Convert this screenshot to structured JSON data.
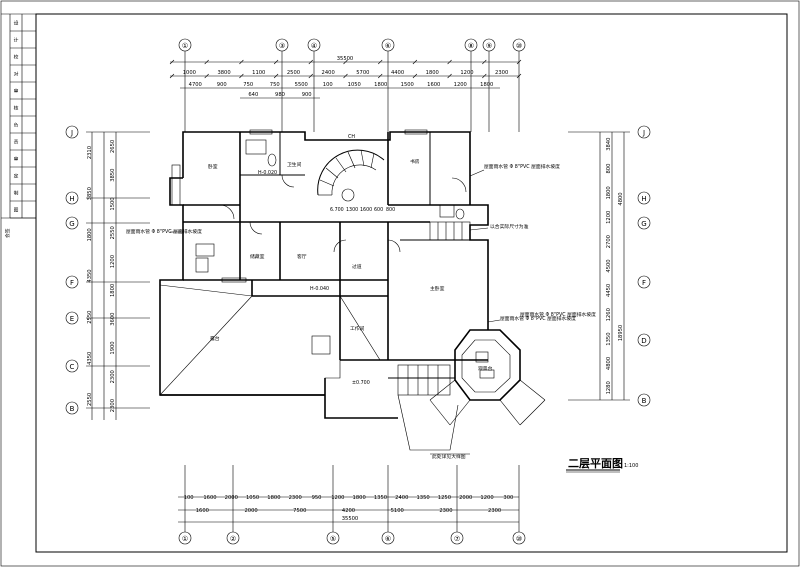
{
  "drawing": {
    "title": "二层平面图",
    "scale": "1:100",
    "sidebar_note": "会签",
    "title_block_labels": [
      "设",
      "计",
      "校",
      "对",
      "审",
      "核",
      "负",
      "责",
      "审",
      "定",
      "制",
      "图"
    ]
  },
  "axes": {
    "top": [
      "①",
      "③",
      "④",
      "⑥",
      "⑧",
      "⑨",
      "⑩"
    ],
    "bottom": [
      "①",
      "②",
      "⑤",
      "⑥",
      "⑦",
      "⑩"
    ],
    "left": [
      "J",
      "H",
      "G",
      "F",
      "E",
      "C",
      "B"
    ],
    "right": [
      "J",
      "H",
      "G",
      "F",
      "D",
      "B"
    ]
  },
  "dims": {
    "top_total": "35500",
    "top_row1": [
      "1000",
      "3800",
      "1100",
      "2500",
      "2400",
      "5700",
      "4400",
      "1800",
      "1200",
      "2300"
    ],
    "top_row2": [
      "4700",
      "900",
      "750",
      "750",
      "5500",
      "100",
      "1050",
      "1800",
      "1500",
      "1600",
      "1200",
      "1800"
    ],
    "top_row3": [
      "640",
      "980",
      "900"
    ],
    "bottom_row1": [
      "100",
      "1600",
      "2000",
      "1050",
      "1800",
      "2300",
      "950",
      "1200",
      "1800",
      "1350",
      "2400",
      "1350",
      "1250",
      "2000",
      "1200",
      "300"
    ],
    "bottom_row2": [
      "1600",
      "2000",
      "7500",
      "4200",
      "5100",
      "2300",
      "2300"
    ],
    "bottom_total": "35500",
    "left_col1": [
      "2310",
      "3850",
      "1800",
      "4350",
      "2550",
      "4350",
      "2550"
    ],
    "left_col2": [
      "2650",
      "3850",
      "1500",
      "2550",
      "1200",
      "1800",
      "3600",
      "1900",
      "2300",
      "2300"
    ],
    "right_col1": [
      "3840",
      "800",
      "1800",
      "1200",
      "2700",
      "4500",
      "4450",
      "1260",
      "1350",
      "4800",
      "1280"
    ],
    "right_col2": [
      "4800",
      "18950"
    ]
  },
  "plan_labels": {
    "stair_label": "CH",
    "room_labels": [
      "卧室",
      "卫生间",
      "书房",
      "客厅",
      "过道",
      "主卧室",
      "工作间",
      "储藏室",
      "露台",
      "观景台"
    ],
    "elevations": [
      "H-0.020",
      "±0.700",
      "H-0.040",
      "6.700",
      "1300",
      "1600",
      "600",
      "800"
    ],
    "notes": [
      "屋面雨水管 Φ 8\"PVC 屋面排水坡度",
      "屋面雨水管 Φ 8\"PVC 屋面排水坡度",
      "屋面雨水管 Φ 8\"PVC 屋面排水坡度",
      "屋面雨水管 Φ 8\"PVC 屋面排水坡度",
      "以合实际尺寸为准",
      "此处详见大样图"
    ]
  }
}
